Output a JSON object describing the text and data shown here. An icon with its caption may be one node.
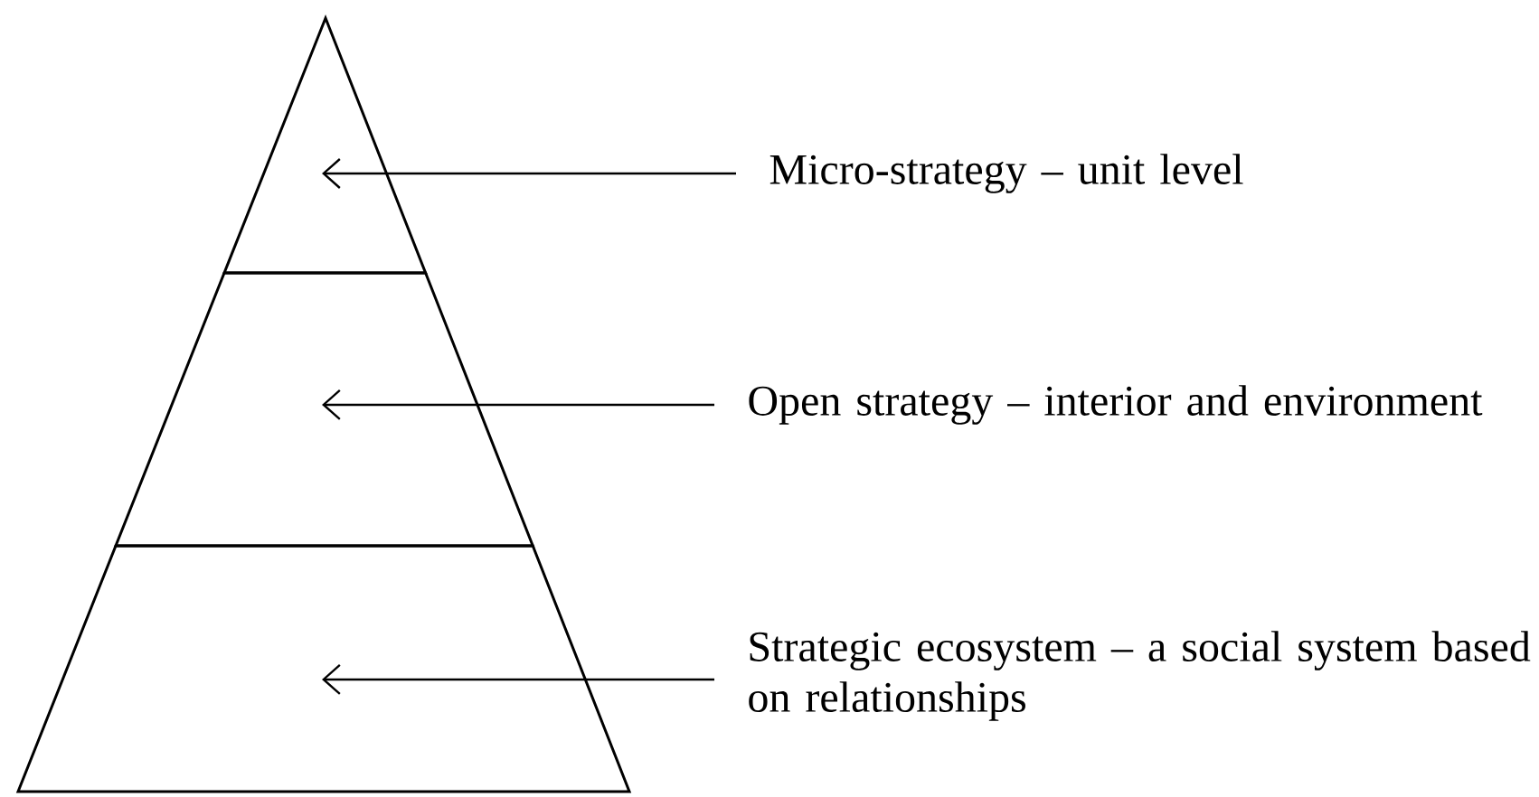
{
  "diagram": {
    "nodes": [
      {
        "text": [],
        "shape": "triangle"
      },
      {
        "text": [],
        "shape": "trapezoid"
      },
      {
        "text": [],
        "shape": "trapezoid"
      },
      {
        "text": [
          "Micro-strategy – unit level"
        ]
      },
      {
        "text": [
          "Open strategy – interior and environment"
        ]
      },
      {
        "text": [
          "Strategic ecosystem – a social system based on relationships"
        ]
      }
    ],
    "edges": [
      {
        "from": 3,
        "to": 0,
        "arrow": "to"
      },
      {
        "from": 4,
        "to": 1,
        "arrow": "to"
      },
      {
        "from": 5,
        "to": 2,
        "arrow": "to"
      }
    ]
  }
}
